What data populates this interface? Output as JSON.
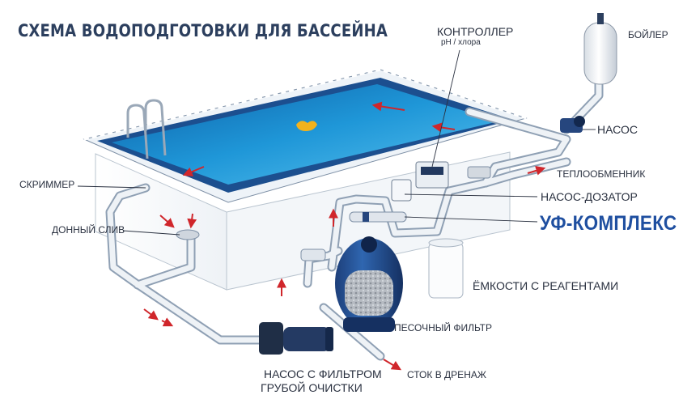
{
  "title": "СХЕМА ВОДОПОДГОТОВКИ ДЛЯ БАССЕЙНА",
  "labels": {
    "controller": "КОНТРОЛЛЕР",
    "controller_sub": "pH / хлора",
    "boiler": "БОЙЛЕР",
    "pump": "НАСОС",
    "heat_exchanger": "ТЕПЛООБМЕННИК",
    "dosing_pump": "НАСОС-ДОЗАТОР",
    "uv": "УФ-КОМПЛЕКС",
    "skimmer": "СКРИММЕР",
    "bottom_drain": "ДОННЫЙ СЛИВ",
    "reagent_tanks": "ЁМКОСТИ С РЕАГЕНТАМИ",
    "sand_filter": "ПЕСОЧНЫЙ ФИЛЬТР",
    "pump_coarse_1": "НАСОС С ФИЛЬТРОМ",
    "pump_coarse_2": "ГРУБОЙ ОЧИСТКИ",
    "drain": "СТОК В ДРЕНАЖ"
  },
  "colors": {
    "water": "#1b8fd0",
    "pipe": "#e9eef4",
    "pipe_outline": "#8fa0b4",
    "arrow": "#d0262b",
    "accent": "#1f4fa0",
    "text": "#2a3140"
  }
}
